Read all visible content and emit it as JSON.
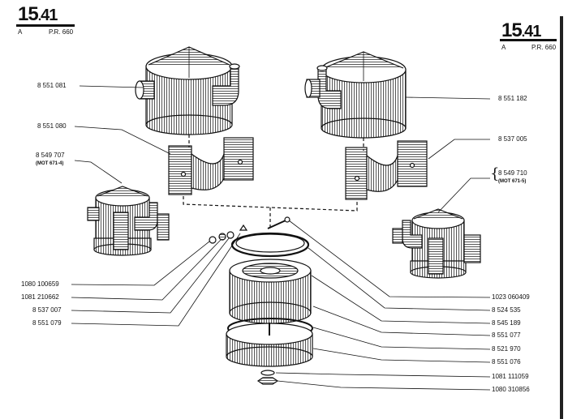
{
  "header_left": {
    "code_main": "15",
    "code_dot": ".",
    "code_sub": "41",
    "letter": "A",
    "ref": "P.R. 660"
  },
  "header_right": {
    "code_main": "15",
    "code_dot": ".",
    "code_sub": "41",
    "letter": "A",
    "ref": "P.R. 660"
  },
  "parts": [
    {
      "id": "p1",
      "number": "8 551 081"
    },
    {
      "id": "p2",
      "number": "8 551 080"
    },
    {
      "id": "p3",
      "number": "8 549 707",
      "note": "(MOT 671-4)"
    },
    {
      "id": "p4",
      "number": "1080 100659"
    },
    {
      "id": "p5",
      "number": "1081 210662"
    },
    {
      "id": "p6",
      "number": "8 537 007"
    },
    {
      "id": "p7",
      "number": "8 551 079"
    },
    {
      "id": "p8",
      "number": "8 551 182"
    },
    {
      "id": "p9",
      "number": "8 537 005"
    },
    {
      "id": "p10",
      "number": "8 549 710",
      "note": "(MOT 671-5)"
    },
    {
      "id": "p11",
      "number": "1023 060409"
    },
    {
      "id": "p12",
      "number": "8 524 535"
    },
    {
      "id": "p13",
      "number": "8 545 189"
    },
    {
      "id": "p14",
      "number": "8 551 077"
    },
    {
      "id": "p15",
      "number": "8 521 970"
    },
    {
      "id": "p16",
      "number": "8 551 076"
    },
    {
      "id": "p17",
      "number": "1081 111059"
    },
    {
      "id": "p18",
      "number": "1080 310856"
    }
  ]
}
